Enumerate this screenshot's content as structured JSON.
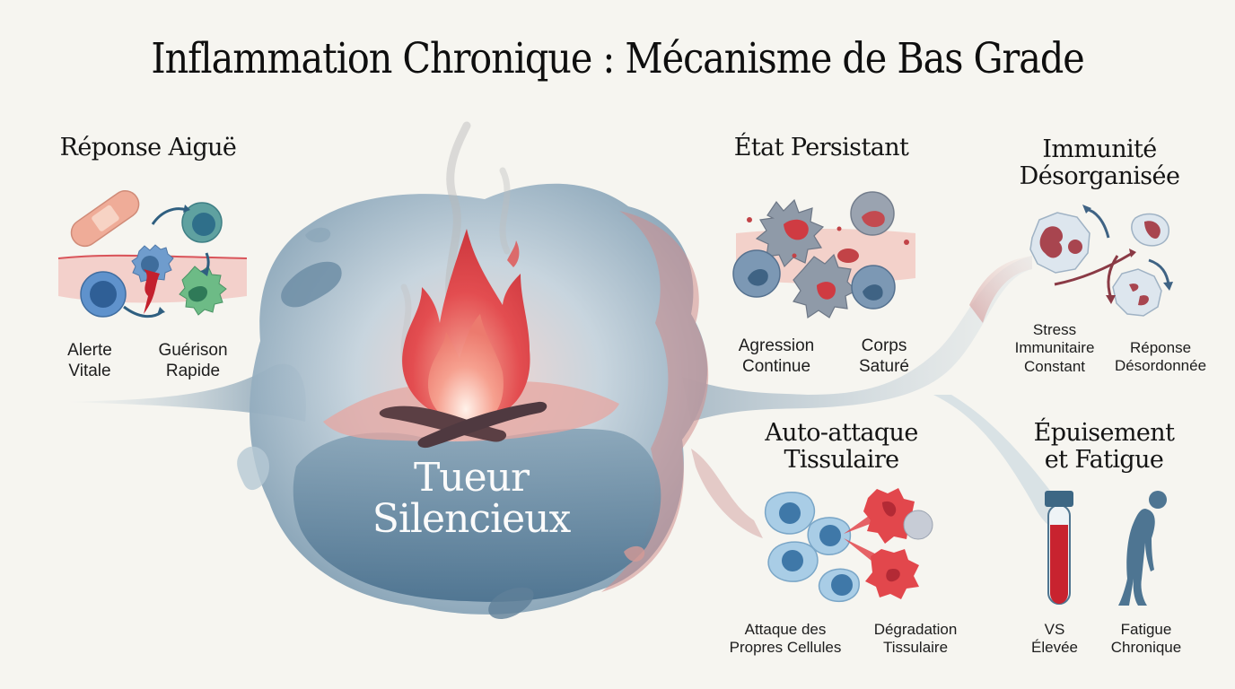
{
  "title": "Inflammation Chronique : Mécanisme de Bas Grade",
  "center": {
    "line1": "Tueur",
    "line2": "Silencieux",
    "icon": "fire-icon"
  },
  "sections": {
    "acute": {
      "heading": "Réponse Aiguë",
      "icon": "bandage-cells-icon",
      "labels": [
        {
          "line1": "Alerte",
          "line2": "Vitale"
        },
        {
          "line1": "Guérison",
          "line2": "Rapide"
        }
      ]
    },
    "persistent": {
      "heading": "État Persistant",
      "icon": "inflamed-cells-icon",
      "labels": [
        {
          "line1": "Agression",
          "line2": "Continue"
        },
        {
          "line1": "Corps",
          "line2": "Saturé"
        }
      ]
    },
    "immunity": {
      "heading_line1": "Immunité",
      "heading_line2": "Désorganisée",
      "icon": "disordered-immune-cells-icon",
      "labels": [
        {
          "line1": "Stress",
          "line2": "Immunitaire",
          "line3": "Constant"
        },
        {
          "line1": "Réponse",
          "line2": "Désordonnée"
        }
      ]
    },
    "autoattack": {
      "heading_line1": "Auto-attaque",
      "heading_line2": "Tissulaire",
      "icon": "cell-attack-icon",
      "labels": [
        {
          "line1": "Attaque des",
          "line2": "Propres Cellules"
        },
        {
          "line1": "Dégradation",
          "line2": "Tissulaire"
        }
      ]
    },
    "fatigue": {
      "heading_line1": "Épuisement",
      "heading_line2": "et Fatigue",
      "icons": [
        "blood-test-tube-icon",
        "tired-person-icon"
      ],
      "labels": [
        {
          "line1": "VS",
          "line2": "Élevée"
        },
        {
          "line1": "Fatigue",
          "line2": "Chronique"
        }
      ]
    }
  },
  "colors": {
    "background": "#f6f5f0",
    "blue_dark": "#4f7590",
    "blue_light": "#b9ccd8",
    "red": "#d9454a",
    "red_light": "#f0a6a0",
    "green": "#5fa77a"
  }
}
